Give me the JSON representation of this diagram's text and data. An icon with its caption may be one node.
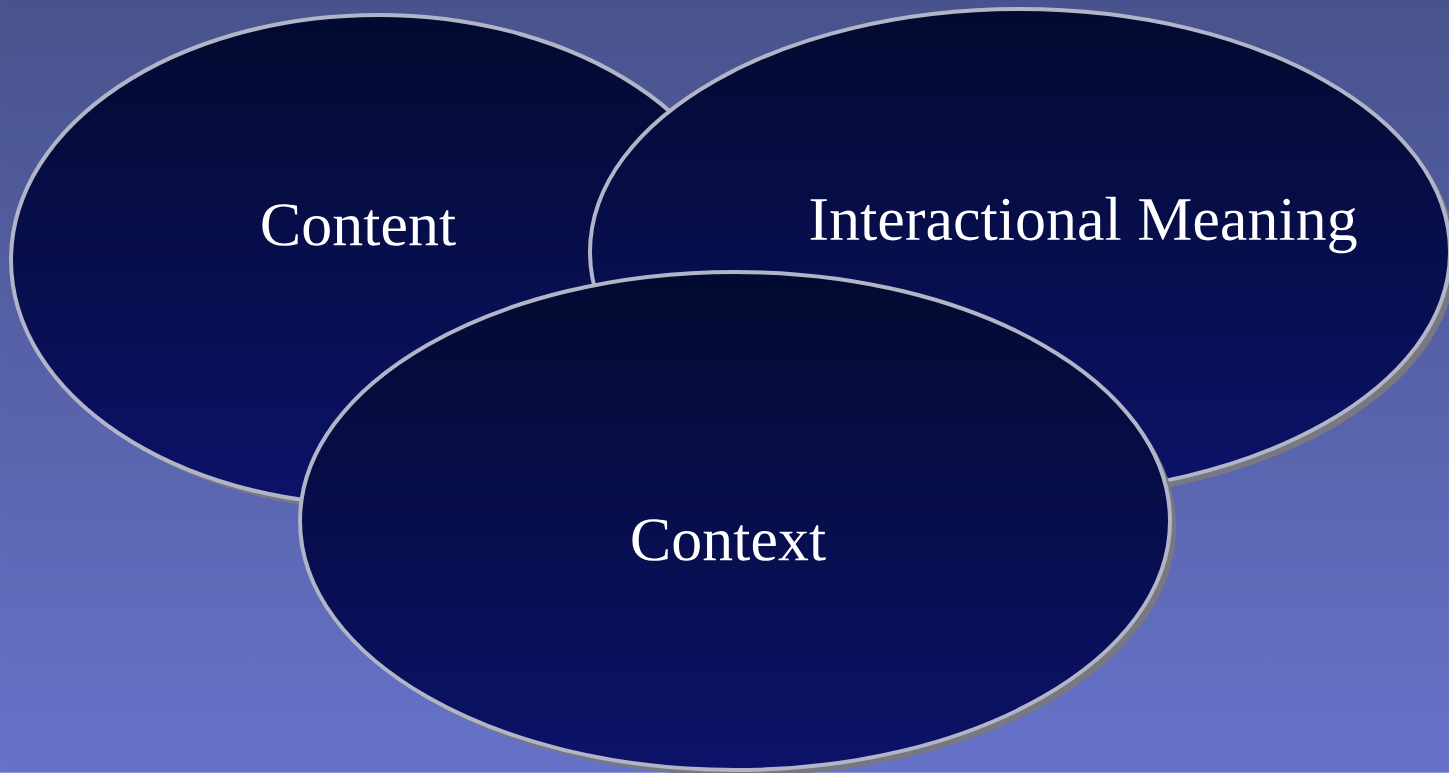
{
  "diagram": {
    "nodes": [
      {
        "text": [
          "Content"
        ]
      },
      {
        "text": [
          "Interactional Meaning"
        ]
      },
      {
        "text": [
          "Context"
        ]
      }
    ]
  }
}
